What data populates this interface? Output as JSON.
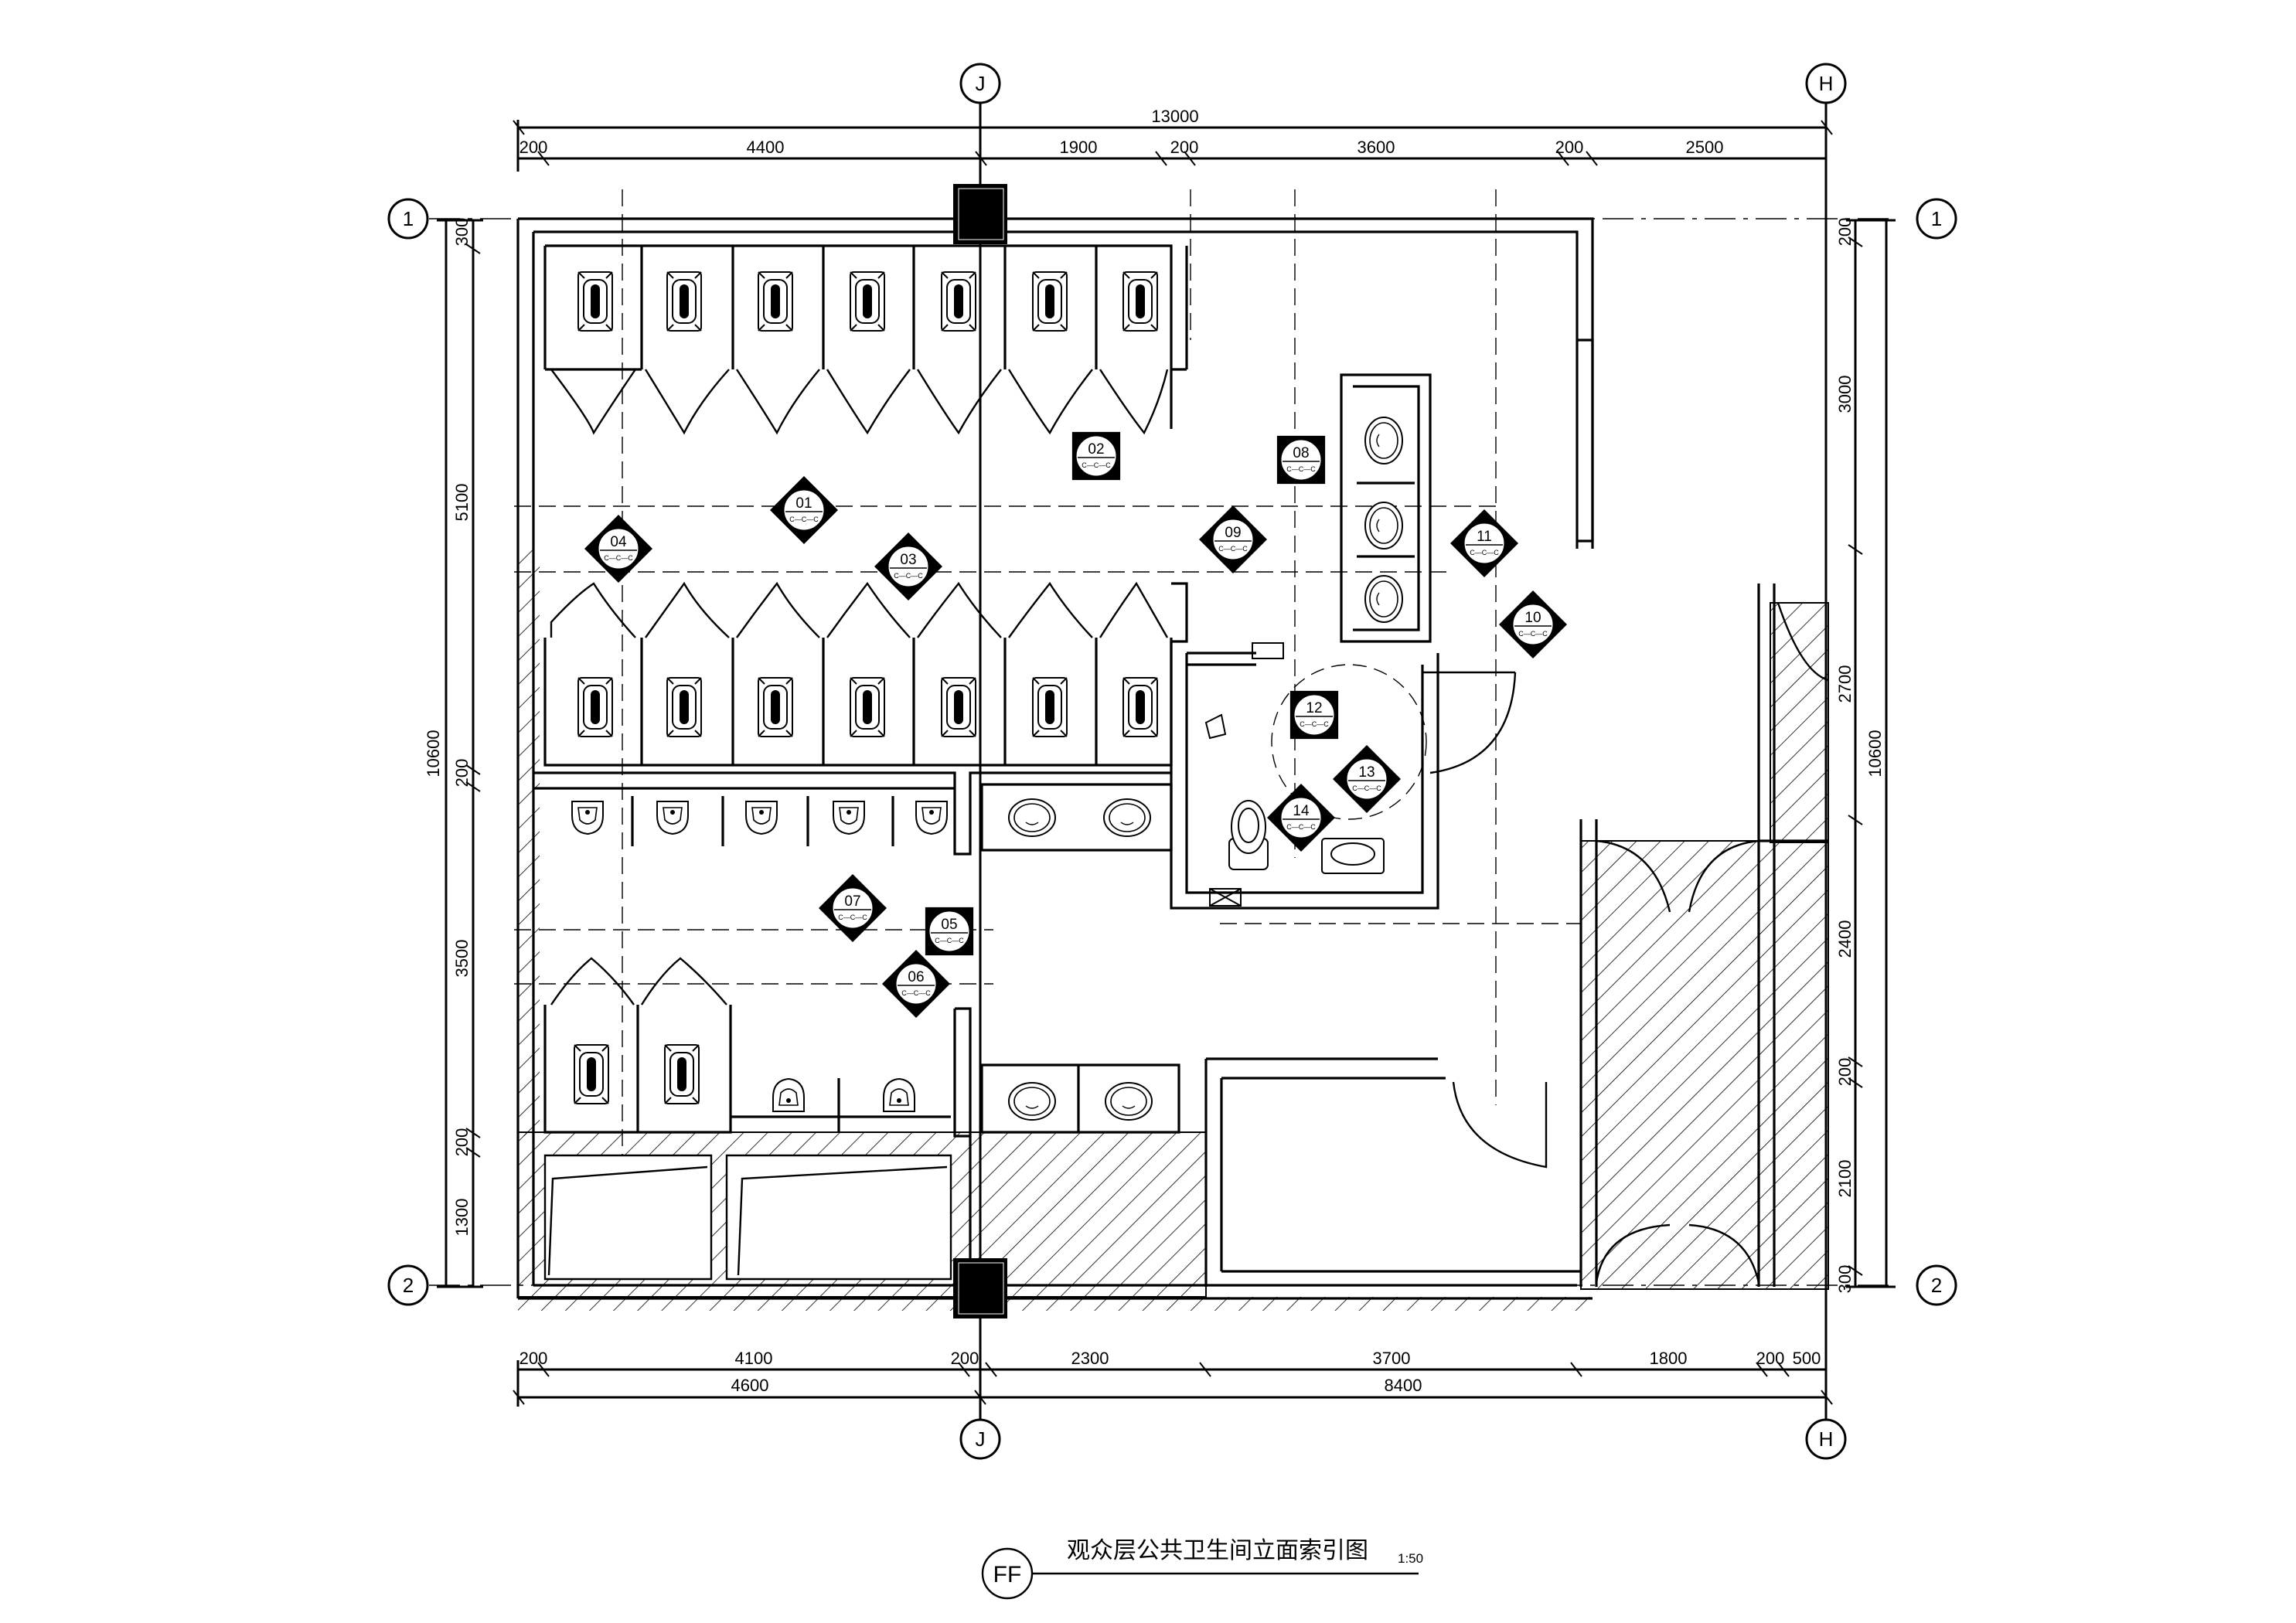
{
  "title_block": {
    "code": "FF",
    "title": "观众层公共卫生间立面索引图",
    "scale": "1:50"
  },
  "grid_labels": {
    "col_left": "J",
    "col_right": "H",
    "row_top": "1",
    "row_bottom": "2"
  },
  "dimensions": {
    "top_total": "13000",
    "top_segments": [
      "200",
      "4400",
      "1900",
      "200",
      "3600",
      "200",
      "2500"
    ],
    "bottom_segments": [
      "200",
      "4100",
      "200",
      "2300",
      "3700",
      "1800",
      "200",
      "500"
    ],
    "bottom_totals": [
      "4600",
      "8400"
    ],
    "left_total": "10600",
    "left_segments": [
      "300",
      "5100",
      "200",
      "3500",
      "200",
      "1300"
    ],
    "right_total": "10600",
    "right_segments": [
      "200",
      "3000",
      "2700",
      "2400",
      "200",
      "2100",
      "300"
    ]
  },
  "elevation_markers": [
    {
      "id": "01",
      "sub": "C—C—C"
    },
    {
      "id": "02",
      "sub": "C—C—C"
    },
    {
      "id": "03",
      "sub": "C—C—C"
    },
    {
      "id": "04",
      "sub": "C—C—C"
    },
    {
      "id": "05",
      "sub": "C—C—C"
    },
    {
      "id": "06",
      "sub": "C—C—C"
    },
    {
      "id": "07",
      "sub": "C—C—C"
    },
    {
      "id": "08",
      "sub": "C—C—C"
    },
    {
      "id": "09",
      "sub": "C—C—C"
    },
    {
      "id": "10",
      "sub": "C—C—C"
    },
    {
      "id": "11",
      "sub": "C—C—C"
    },
    {
      "id": "12",
      "sub": "C—C—C"
    },
    {
      "id": "13",
      "sub": "C—C—C"
    },
    {
      "id": "14",
      "sub": "C—C—C"
    }
  ]
}
